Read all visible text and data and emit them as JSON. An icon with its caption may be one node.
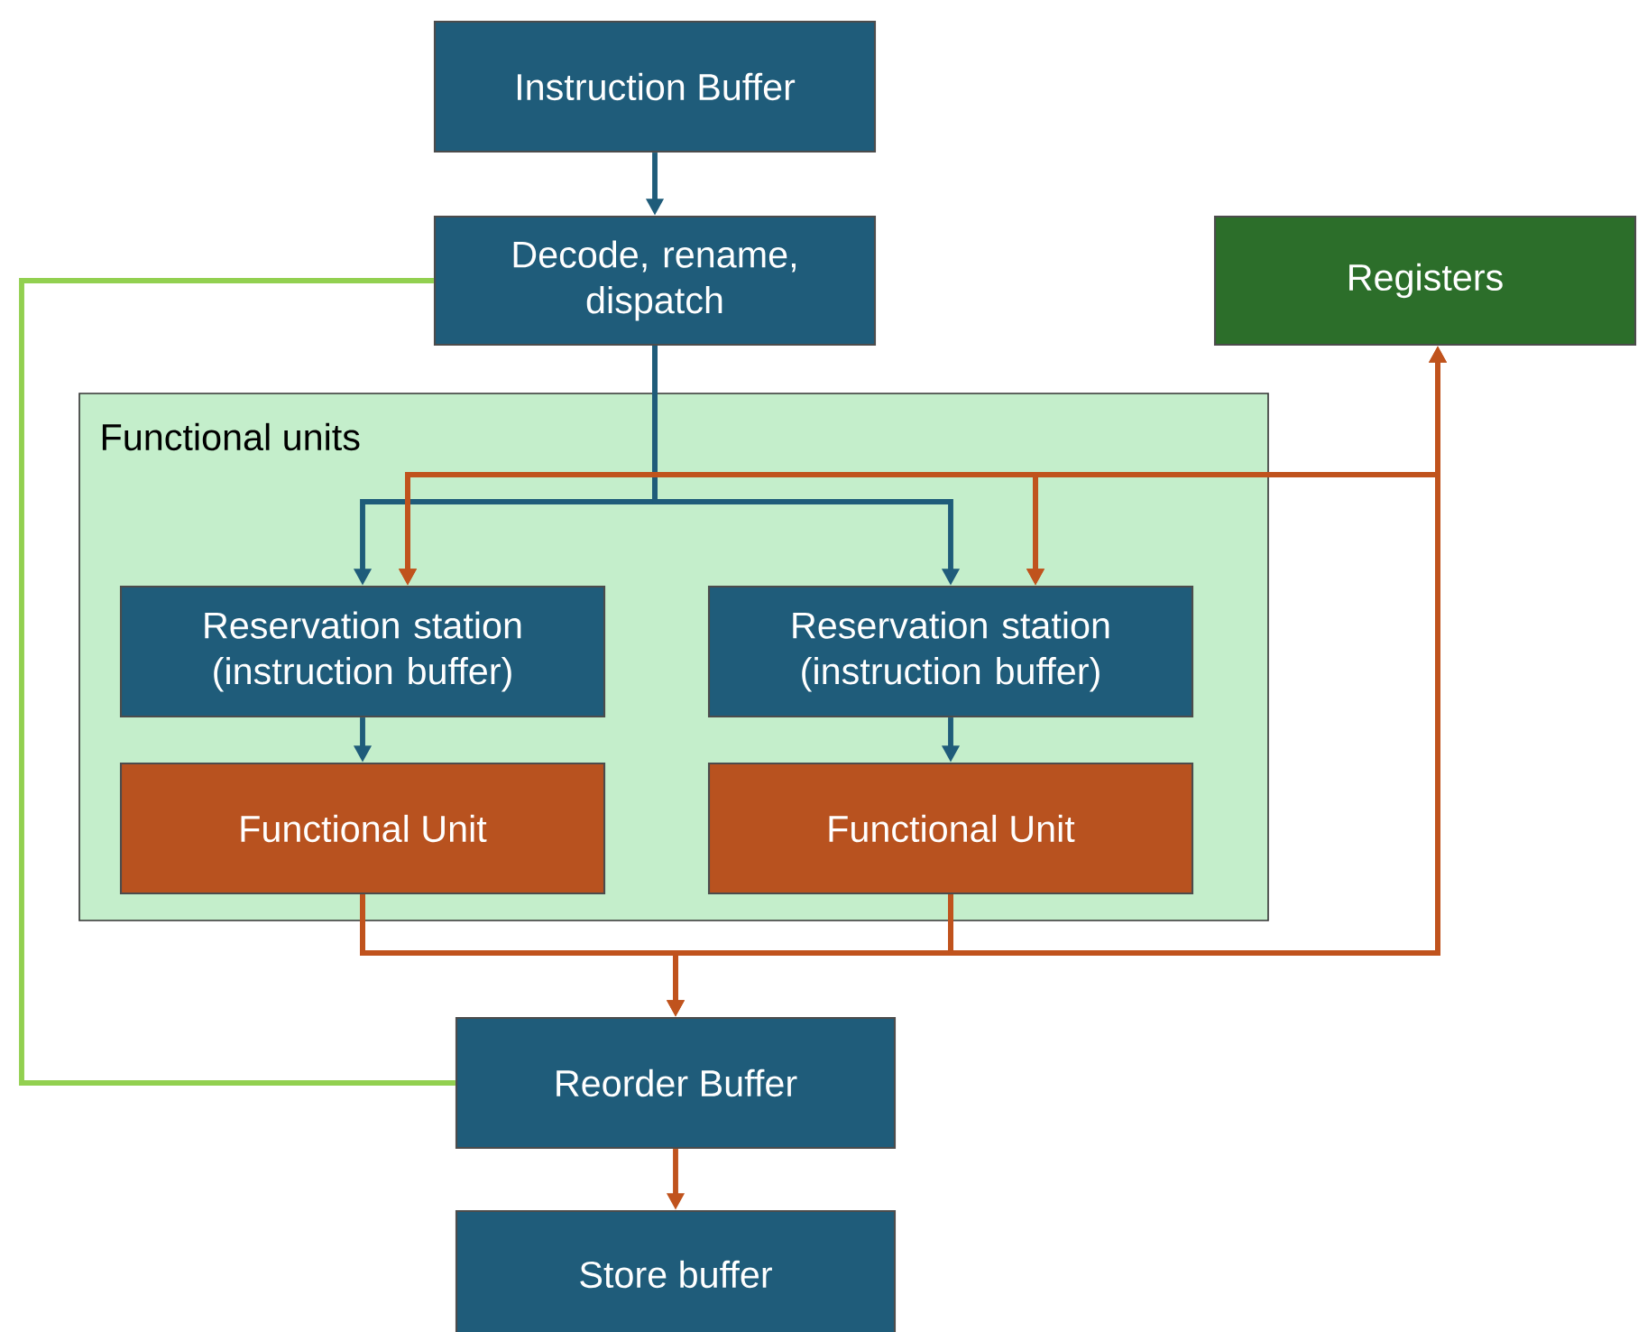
{
  "diagram": {
    "nodes": [
      {
        "text": [
          "Instruction Buffer"
        ]
      },
      {
        "text": [
          "Decode, rename, dispatch"
        ]
      },
      {
        "text": [
          "Registers"
        ]
      },
      {
        "text": [
          "Functional units"
        ]
      },
      {
        "text": [
          "Reservation station (instruction buffer)"
        ],
        "in": 3
      },
      {
        "text": [
          "Reservation station (instruction buffer)"
        ],
        "in": 3
      },
      {
        "text": [
          "Functional Unit"
        ],
        "in": 3
      },
      {
        "text": [
          "Functional Unit"
        ],
        "in": 3
      },
      {
        "text": [
          "Reorder Buffer"
        ]
      },
      {
        "text": [
          "Store buffer"
        ]
      }
    ],
    "edges": [
      {
        "from": 0,
        "to": 1,
        "arrow": "to",
        "color": "#1f5c7a"
      },
      {
        "from": 1,
        "to": 4,
        "arrow": "to",
        "color": "#1f5c7a"
      },
      {
        "from": 1,
        "to": 5,
        "arrow": "to",
        "color": "#1f5c7a"
      },
      {
        "from": 4,
        "to": 6,
        "arrow": "to",
        "color": "#1f5c7a"
      },
      {
        "from": 5,
        "to": 7,
        "arrow": "to",
        "color": "#1f5c7a"
      },
      {
        "from": 6,
        "to": 8,
        "arrow": "to"
      },
      {
        "from": 7,
        "to": 8,
        "arrow": "to"
      },
      {
        "from": 6,
        "to": 2,
        "arrow": "to"
      },
      {
        "from": 7,
        "to": 2,
        "arrow": "to"
      },
      {
        "from": 6,
        "to": 4,
        "arrow": "to"
      },
      {
        "from": 6,
        "to": 5,
        "arrow": "to"
      },
      {
        "from": 7,
        "to": 4,
        "arrow": "to"
      },
      {
        "from": 7,
        "to": 5,
        "arrow": "to"
      },
      {
        "from": 8,
        "to": 9,
        "arrow": "to"
      },
      {
        "from": 1,
        "to": 8,
        "arrow": "none",
        "color": "#92d050"
      }
    ]
  }
}
